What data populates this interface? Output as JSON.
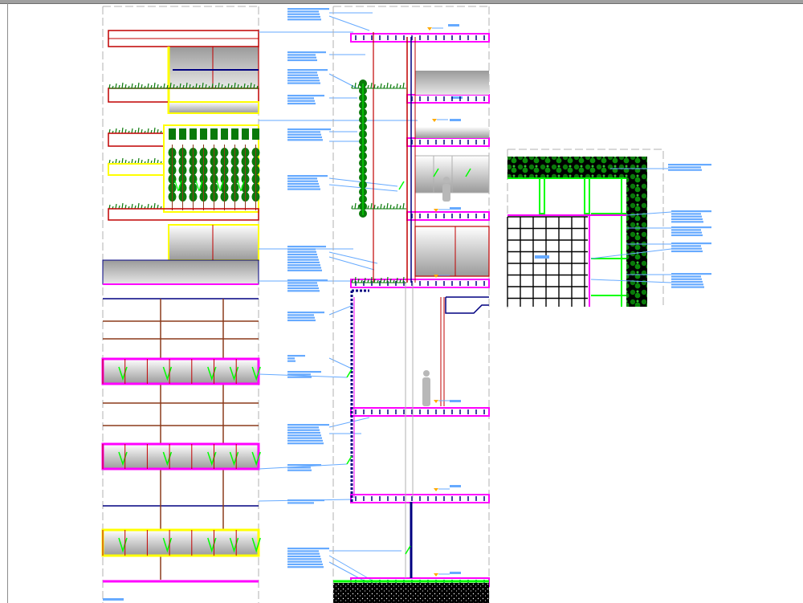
{
  "window": {
    "title": ""
  },
  "drawing": {
    "background": "#ffffff",
    "colors": {
      "slab": "#ff00ff",
      "structure_red": "#c00000",
      "brown": "#8b3a1a",
      "glass": "#b0b0b0",
      "plant": "#0a7a0a",
      "plant_light": "#00ff00",
      "steel_blue": "#000080",
      "leader": "#66aaff",
      "callout": "#66aaff",
      "yellow": "#ffff00",
      "grey_line": "#b0b0b0",
      "black": "#000000"
    },
    "views": [
      {
        "name": "facade-elevation"
      },
      {
        "name": "wall-section"
      },
      {
        "name": "detail-green-roof-corner"
      }
    ]
  }
}
